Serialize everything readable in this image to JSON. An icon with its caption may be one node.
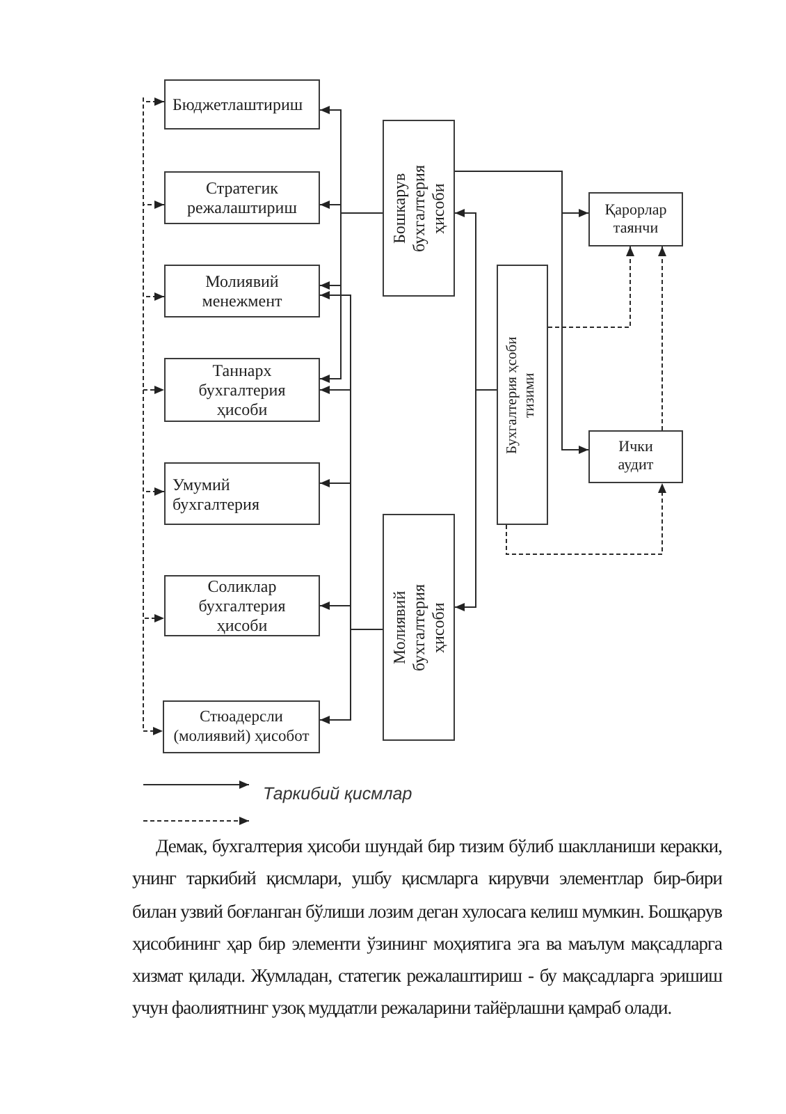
{
  "diagram": {
    "nodes": [
      {
        "text": [
          "Бюджетлаштириш"
        ]
      },
      {
        "text": [
          "Стратегик режалаштириш"
        ]
      },
      {
        "text": [
          "Молиявий менежмент"
        ]
      },
      {
        "text": [
          "Таннарх бухгалтерия ҳисоби"
        ]
      },
      {
        "text": [
          "Умумий бухгалтерия"
        ]
      },
      {
        "text": [
          "Соликлар бухгалтерия ҳисоби"
        ]
      },
      {
        "text": [
          "Стюадерсли (молиявий) ҳисобот"
        ]
      },
      {
        "text": [
          "Бошкарув бухгалтерия ҳисоби"
        ]
      },
      {
        "text": [
          "Молиявий бухгалтерия ҳисоби"
        ]
      },
      {
        "text": [
          "Бухгалтерия ҳсоби тизими"
        ]
      },
      {
        "text": [
          "Қарорлар таянчи"
        ]
      },
      {
        "text": [
          "Ички аудит"
        ]
      }
    ],
    "edges": [
      {
        "from": 7,
        "to": 0,
        "arrow": "to"
      },
      {
        "from": 7,
        "to": 1,
        "arrow": "to"
      },
      {
        "from": 7,
        "to": 2,
        "arrow": "to"
      },
      {
        "from": 7,
        "to": 3,
        "arrow": "to"
      },
      {
        "from": 8,
        "to": 2,
        "arrow": "to"
      },
      {
        "from": 8,
        "to": 3,
        "arrow": "to"
      },
      {
        "from": 8,
        "to": 4,
        "arrow": "to"
      },
      {
        "from": 8,
        "to": 5,
        "arrow": "to"
      },
      {
        "from": 8,
        "to": 6,
        "arrow": "to"
      },
      {
        "from": 7,
        "to": 10,
        "arrow": "to"
      },
      {
        "from": 7,
        "to": 11,
        "arrow": "to"
      },
      {
        "from": 9,
        "to": 7,
        "arrow": "to"
      },
      {
        "from": 9,
        "to": 8,
        "arrow": "to"
      },
      {
        "from": 9,
        "to": 10,
        "arrow": "to",
        "style": "dashed"
      },
      {
        "from": 9,
        "to": 11,
        "arrow": "to",
        "style": "dashed"
      },
      {
        "from": 11,
        "to": 10,
        "arrow": "to",
        "style": "dashed"
      },
      {
        "from": null,
        "to": 0,
        "arrow": "to",
        "style": "dashed"
      },
      {
        "from": null,
        "to": 1,
        "arrow": "to",
        "style": "dashed"
      },
      {
        "from": null,
        "to": 2,
        "arrow": "to",
        "style": "dashed"
      },
      {
        "from": null,
        "to": 3,
        "arrow": "to",
        "style": "dashed"
      },
      {
        "from": null,
        "to": 4,
        "arrow": "to",
        "style": "dashed"
      },
      {
        "from": null,
        "to": 5,
        "arrow": "to",
        "style": "dashed"
      },
      {
        "from": null,
        "to": 6,
        "arrow": "to",
        "style": "dashed"
      }
    ],
    "labels": [
      "Демак, бухгалтерия ҳисоби шундай бир тизим бўлиб шаклланиши керакки, унинг таркибий қисмлари, ушбу қисмларга кирувчи элементлар бир-бири билан узвий боғланган бўлиши лозим деган хулосага келиш мумкин. Бошқарув ҳисобининг ҳар бир элементи ўзининг моҳиятига эга ва маълум мақсадларга хизмат қилади. Жумладан, статегик режалаштириш - бу мақсадларга эришиш учун фаолиятнинг узоқ муддатли режаларини тайёрлашни қамраб олади."
    ],
    "legend": [
      {
        "text": "Таркибий қисмлар"
      }
    ]
  }
}
